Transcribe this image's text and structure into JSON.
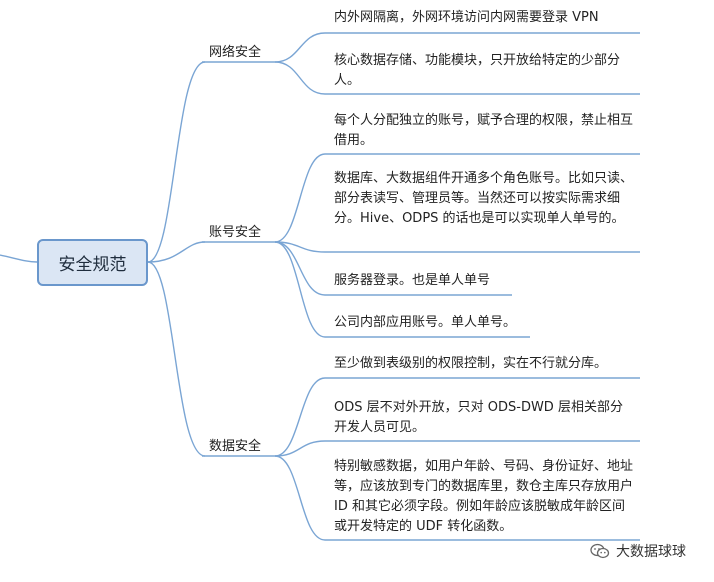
{
  "root": {
    "label": "安全规范"
  },
  "branches": [
    {
      "label": "网络安全",
      "leaves": [
        "内外网隔离，外网环境访问内网需要登录 VPN",
        "核心数据存储、功能模块，只开放给特定的少部分人。"
      ]
    },
    {
      "label": "账号安全",
      "leaves": [
        "每个人分配独立的账号，赋予合理的权限，禁止相互借用。",
        "数据库、大数据组件开通多个角色账号。比如只读、部分表读写、管理员等。当然还可以按实际需求细分。Hive、ODPS 的话也是可以实现单人单号的。",
        "服务器登录。也是单人单号",
        "公司内部应用账号。单人单号。"
      ]
    },
    {
      "label": "数据安全",
      "leaves": [
        "至少做到表级别的权限控制，实在不行就分库。",
        "ODS 层不对外开放，只对 ODS-DWD 层相关部分开发人员可见。",
        "特别敏感数据，如用户年龄、号码、身份证好、地址等，应该放到专门的数据库里，数仓主库只存放用户 ID 和其它必须字段。例如年龄应该脱敏成年龄区间或开发特定的 UDF 转化函数。"
      ]
    }
  ],
  "watermark": {
    "text": "大数据球球",
    "icon": "wechat-icon"
  },
  "colors": {
    "line": "#7aa5d4",
    "root_fill": "#dbe6f4",
    "root_border": "#6a97cc"
  }
}
